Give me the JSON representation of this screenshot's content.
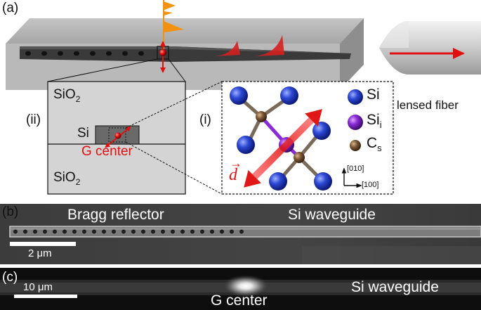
{
  "panel_a": {
    "label": "(a)",
    "label_ii": "(ii)",
    "label_i": "(i)",
    "cross_section": {
      "top_material_base": "SiO",
      "top_material_sub": "2",
      "core_material": "Si",
      "center_label": "G center",
      "bottom_material_base": "SiO",
      "bottom_material_sub": "2"
    },
    "fiber_label": "lensed fiber",
    "crystal": {
      "legend": [
        {
          "base": "Si",
          "sub": "",
          "color": "#2b45c9"
        },
        {
          "base": "Si",
          "sub": "i",
          "color": "#8a2bd6"
        },
        {
          "base": "C",
          "sub": "s",
          "color": "#6b4a2e"
        }
      ],
      "dipole_label": "d",
      "axis_y": "[010]",
      "axis_x": "[100]"
    }
  },
  "panel_b": {
    "label": "(b)",
    "left_caption": "Bragg reflector",
    "right_caption": "Si waveguide",
    "scale_bar": "2 μm"
  },
  "panel_c": {
    "label": "(c)",
    "scale_bar": "10 μm",
    "right_caption": "Si waveguide",
    "center_caption": "G center"
  },
  "colors": {
    "accent_red": "#e01010",
    "pulse_orange": "#f39111",
    "slab_gray": "#a9a9a9",
    "waveguide_dark": "#3a3a3a"
  }
}
